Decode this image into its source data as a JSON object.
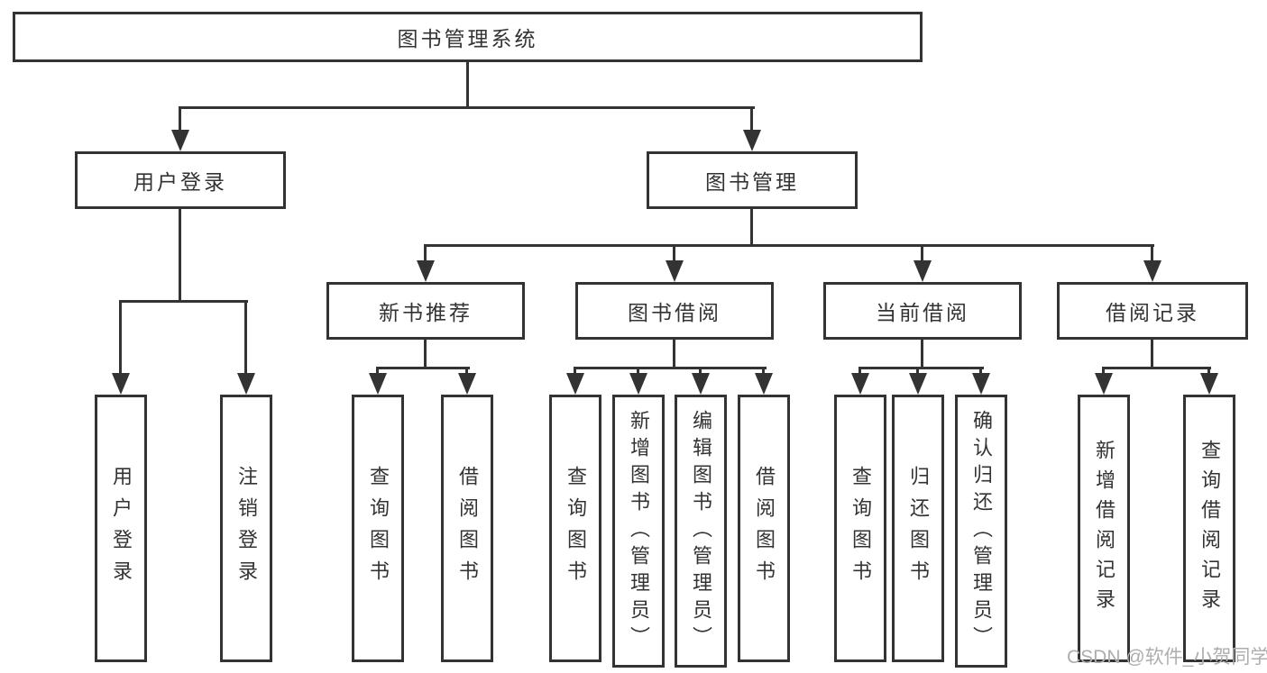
{
  "tree": {
    "label": "图书管理系统",
    "children": [
      {
        "label": "用户登录",
        "children": [
          {
            "label": "用户登录"
          },
          {
            "label": "注销登录"
          }
        ]
      },
      {
        "label": "图书管理",
        "children": [
          {
            "label": "新书推荐",
            "children": [
              {
                "label": "查询图书"
              },
              {
                "label": "借阅图书"
              }
            ]
          },
          {
            "label": "图书借阅",
            "children": [
              {
                "label": "查询图书"
              },
              {
                "label": "新增图书（管理员）"
              },
              {
                "label": "编辑图书（管理员）"
              },
              {
                "label": "借阅图书"
              }
            ]
          },
          {
            "label": "当前借阅",
            "children": [
              {
                "label": "查询图书"
              },
              {
                "label": "归还图书"
              },
              {
                "label": "确认归还（管理员）"
              }
            ]
          },
          {
            "label": "借阅记录",
            "children": [
              {
                "label": "新增借阅记录"
              },
              {
                "label": "查询借阅记录"
              }
            ]
          }
        ]
      }
    ]
  },
  "watermark": {
    "text": "CSDN @软件_小贺同学"
  },
  "colors": {
    "line": "#333333",
    "text": "#333333",
    "background": "#ffffff",
    "watermark": "#aeaeae"
  }
}
